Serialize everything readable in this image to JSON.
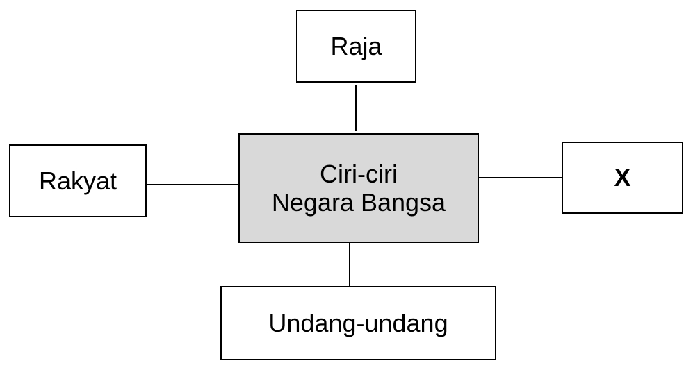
{
  "diagram": {
    "center": {
      "line1": "Ciri-ciri",
      "line2": "Negara Bangsa",
      "fill": "#d9d9d9"
    },
    "top": {
      "label": "Raja"
    },
    "left": {
      "label": "Rakyat"
    },
    "right": {
      "label": "X"
    },
    "bottom": {
      "label": "Undang-undang"
    }
  }
}
